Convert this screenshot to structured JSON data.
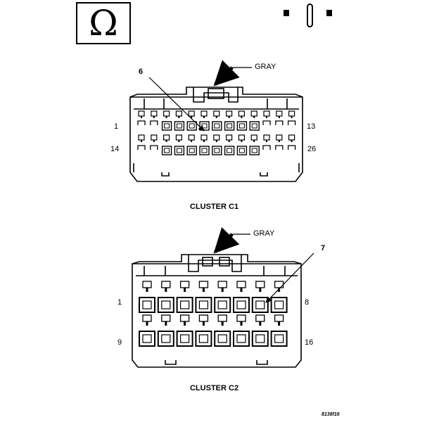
{
  "meter": {
    "ohm_symbol": "Ω",
    "probe_icon": "probe-icon",
    "tip_icon": "probe-tip-icon"
  },
  "connectors": [
    {
      "title": "CLUSTER C1",
      "color_label": "GRAY",
      "callout": "6",
      "pin_first_top": "1",
      "pin_last_top": "13",
      "pin_first_bottom": "14",
      "pin_last_bottom": "26"
    },
    {
      "title": "CLUSTER C2",
      "color_label": "GRAY",
      "callout": "7",
      "pin_first_top": "1",
      "pin_last_top": "8",
      "pin_first_bottom": "9",
      "pin_last_bottom": "16"
    }
  ],
  "figure_code": "8138f16"
}
